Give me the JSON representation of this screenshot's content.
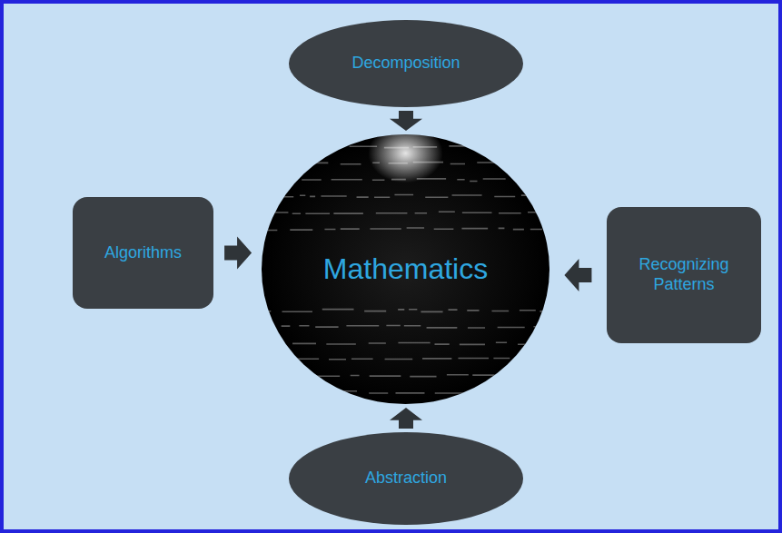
{
  "diagram": {
    "nodes": [
      {
        "text": [
          "Decomposition"
        ]
      },
      {
        "text": [
          "Algorithms"
        ]
      },
      {
        "text": [
          "Mathematics"
        ]
      },
      {
        "text": [
          "Recognizing Patterns"
        ]
      },
      {
        "text": [
          "Abstraction"
        ]
      }
    ],
    "edges": [
      {
        "from": 0,
        "to": 2,
        "arrow": "to"
      },
      {
        "from": 1,
        "to": 2,
        "arrow": "to"
      },
      {
        "from": 3,
        "to": 2,
        "arrow": "to"
      },
      {
        "from": 4,
        "to": 2,
        "arrow": "to"
      }
    ]
  }
}
